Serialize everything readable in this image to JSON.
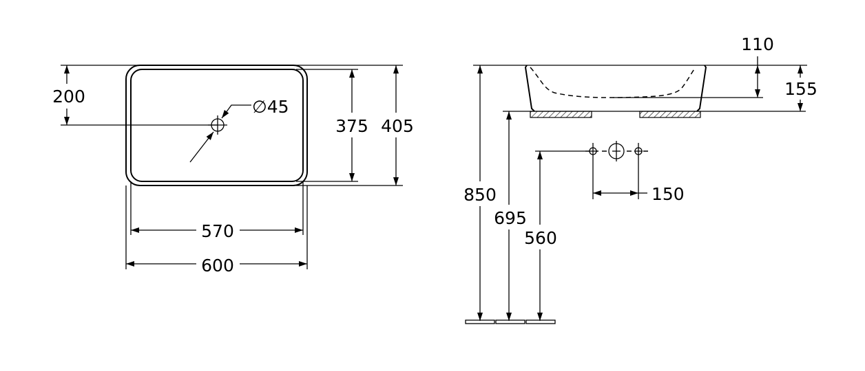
{
  "drawing": {
    "top_view": {
      "dim_hole_offset": "200",
      "dim_hole_diameter": "∅45",
      "dim_inner_depth": "375",
      "dim_outer_depth": "405",
      "dim_inner_width": "570",
      "dim_outer_width": "600"
    },
    "side_view": {
      "dim_bowl_depth": "110",
      "dim_total_height": "155",
      "dim_rim_height": "850",
      "dim_counter_height": "695",
      "dim_tap_height": "560",
      "dim_tap_spacing": "150"
    },
    "colors": {
      "line": "#000000",
      "background": "#ffffff"
    }
  }
}
